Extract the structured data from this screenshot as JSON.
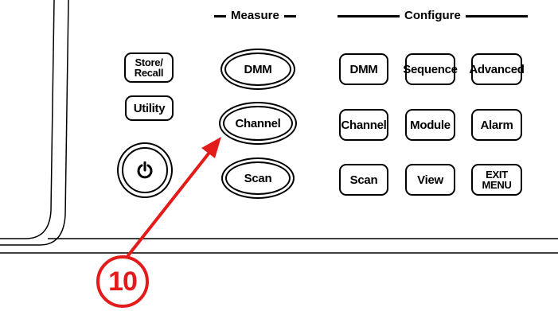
{
  "headers": {
    "measure": "Measure",
    "configure": "Configure"
  },
  "left_buttons": {
    "store_recall": "Store/\nRecall",
    "utility": "Utility",
    "power_icon": "power-icon"
  },
  "measure_buttons": {
    "dmm": "DMM",
    "channel": "Channel",
    "scan": "Scan"
  },
  "configure_buttons": {
    "dmm": "DMM",
    "sequence": "Sequence",
    "advanced": "Advanced",
    "channel": "Channel",
    "module": "Module",
    "alarm": "Alarm",
    "scan": "Scan",
    "view": "View",
    "exit_menu": "EXIT\nMENU"
  },
  "callout": {
    "number": "10",
    "color": "#e31b1b",
    "target": "channel"
  }
}
